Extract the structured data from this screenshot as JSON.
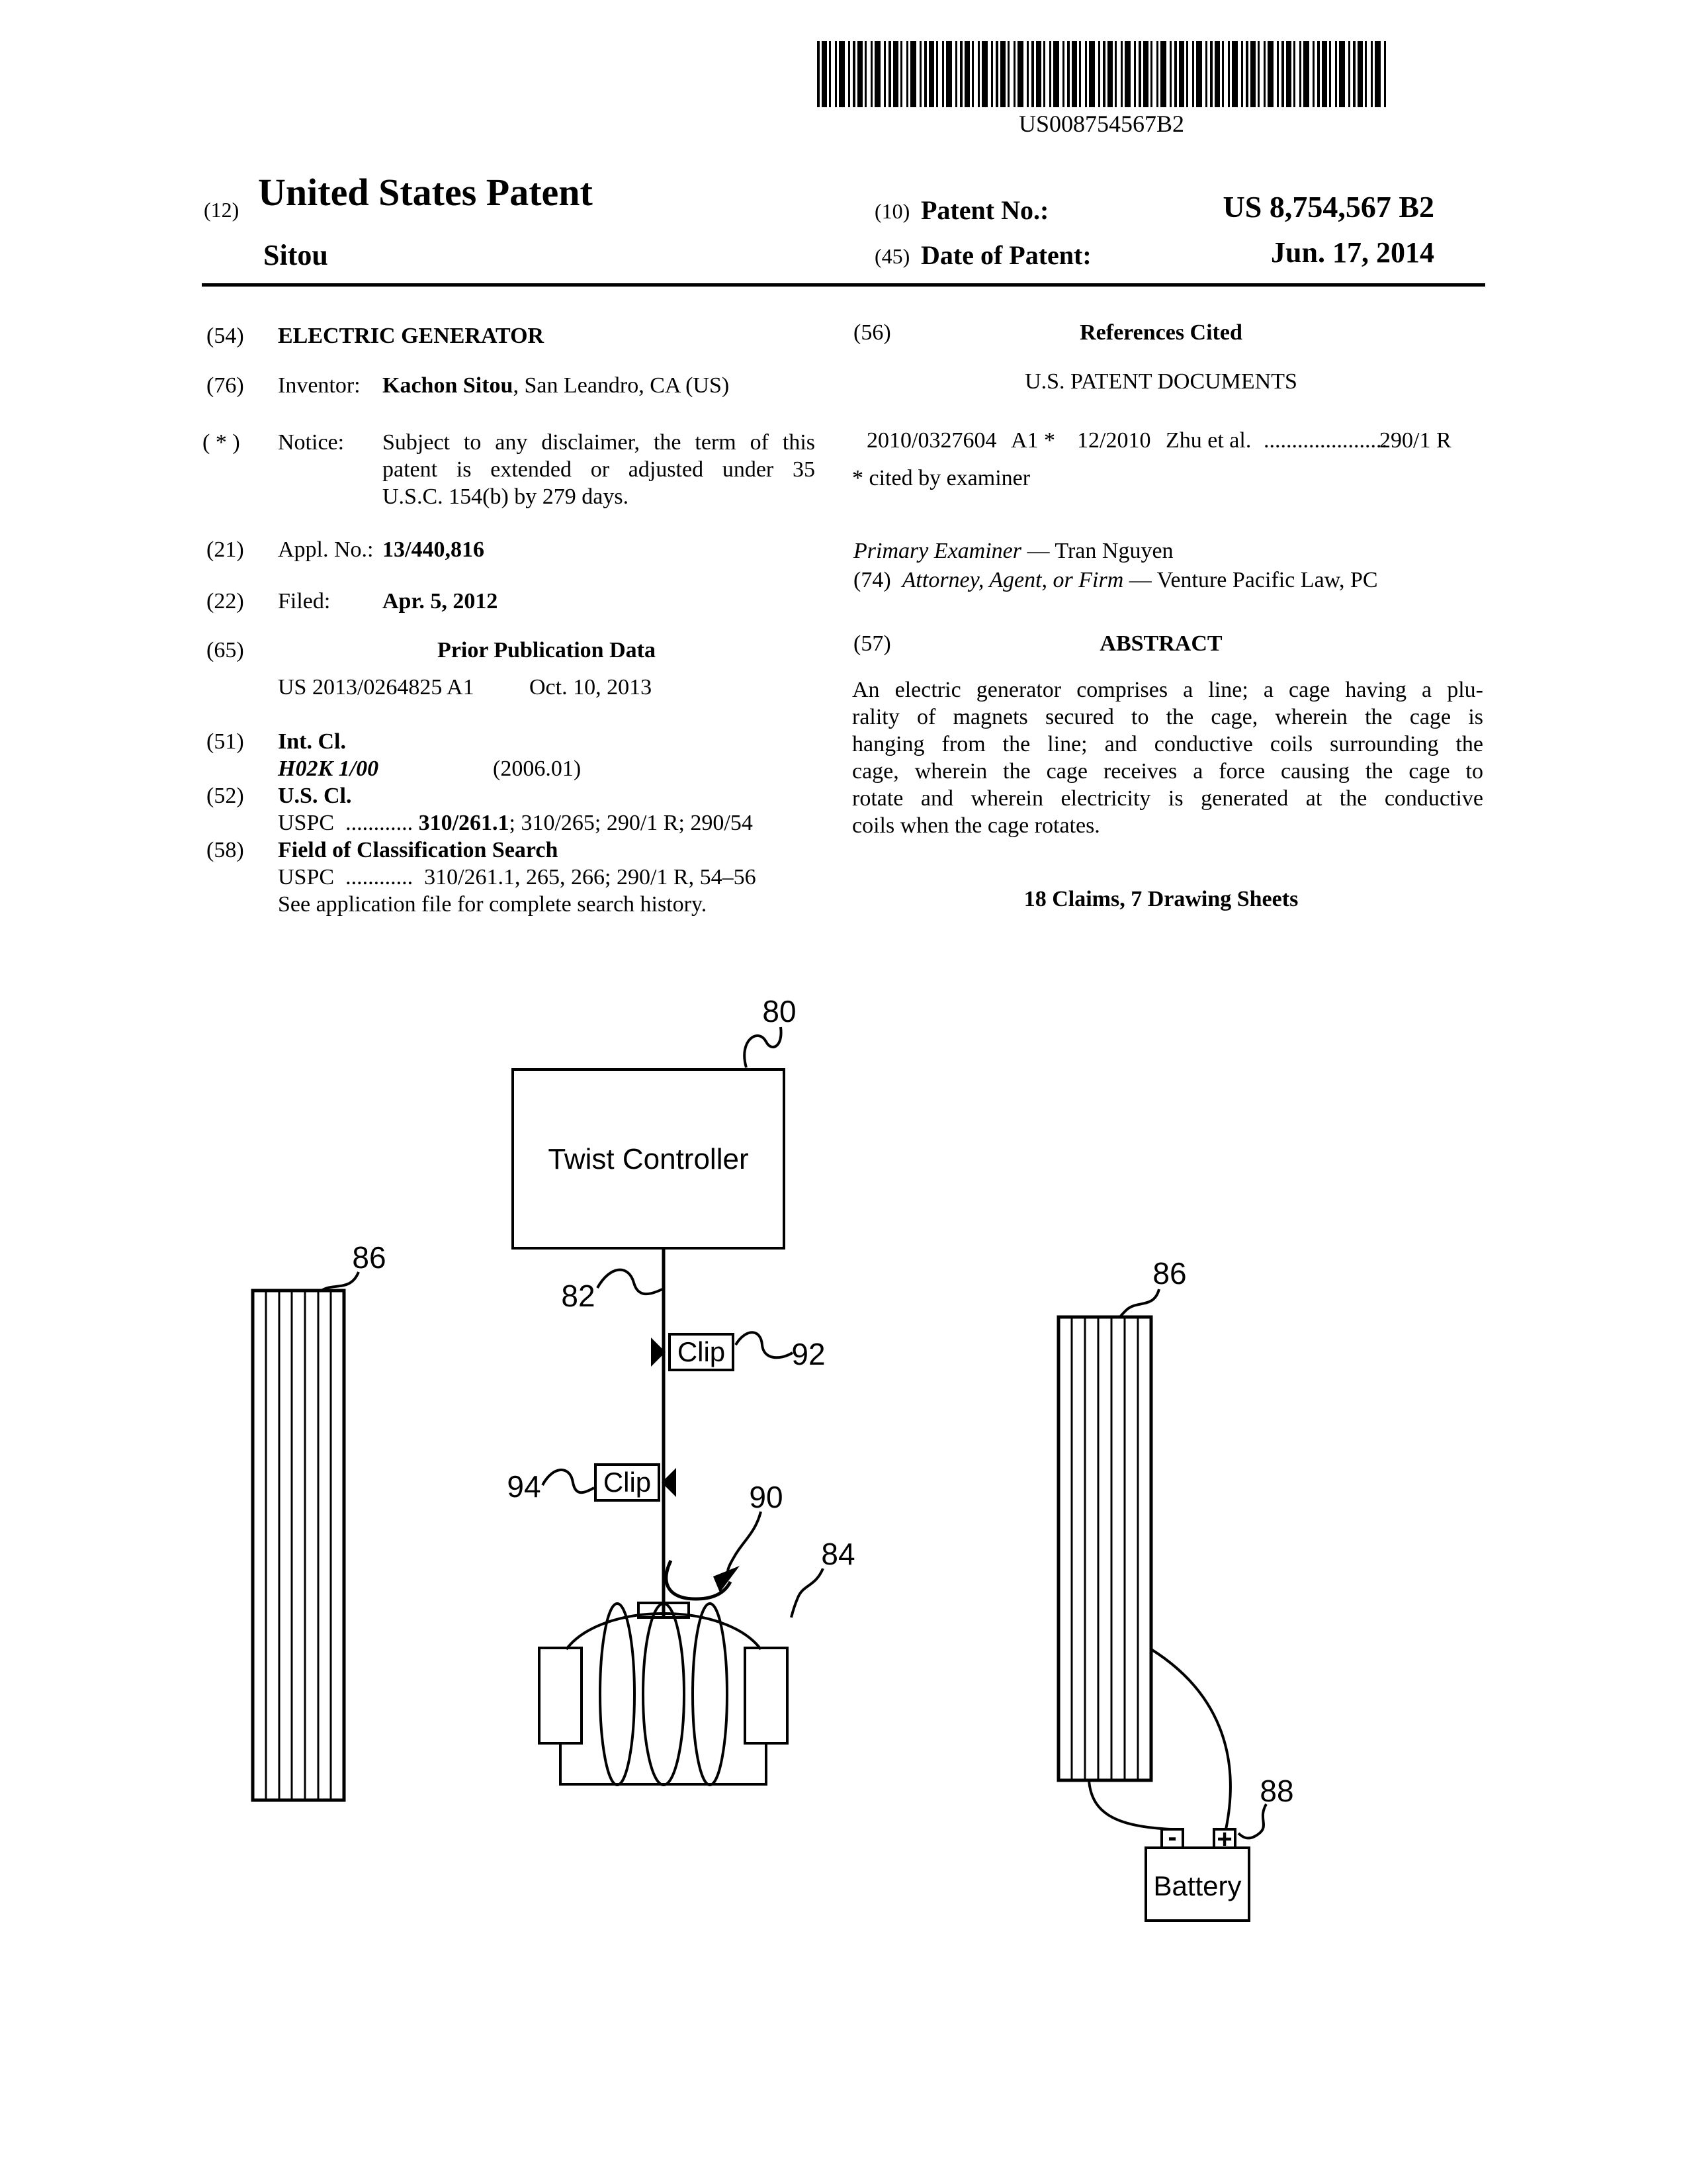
{
  "barcode": {
    "text": "US008754567B2"
  },
  "header": {
    "kind_num": "(12)",
    "title": "United States Patent",
    "inventor_surname": "Sitou",
    "patent_no_num": "(10)",
    "patent_no_label": "Patent No.:",
    "patent_no_value": "US 8,754,567 B2",
    "date_num": "(45)",
    "date_label": "Date of Patent:",
    "date_value": "Jun. 17, 2014"
  },
  "biblio": {
    "f54_num": "(54)",
    "invention_title": "ELECTRIC GENERATOR",
    "f76_num": "(76)",
    "inventor_label": "Inventor:",
    "inventor_name": "Kachon Sitou",
    "inventor_rest": ", San Leandro, CA (US)",
    "notice_num": "( * )",
    "notice_label": "Notice:",
    "notice_lines": [
      "Subject to any disclaimer, the term of this",
      "patent is extended or adjusted under 35",
      "U.S.C. 154(b) by 279 days."
    ],
    "f21_num": "(21)",
    "appl_label": "Appl. No.:",
    "appl_value": "13/440,816",
    "f22_num": "(22)",
    "filed_label": "Filed:",
    "filed_value": "Apr. 5, 2012",
    "f65_num": "(65)",
    "prior_pub_label": "Prior Publication Data",
    "prior_pub_no": "US 2013/0264825 A1",
    "prior_pub_date": "Oct. 10, 2013",
    "f51_num": "(51)",
    "intcl_label": "Int. Cl.",
    "intcl_class": "H02K 1/00",
    "intcl_year": "(2006.01)",
    "f52_num": "(52)",
    "uscl_label": "U.S. Cl.",
    "uscl_uspc": "USPC",
    "uscl_dots": "............",
    "uscl_bold": "310/261.1",
    "uscl_rest": "; 310/265; 290/1 R; 290/54",
    "f58_num": "(58)",
    "field_label": "Field of Classification Search",
    "field_uspc": "USPC",
    "field_dots": "............",
    "field_value": "310/261.1, 265, 266; 290/1 R, 54–56",
    "field_note": "See application file for complete search history."
  },
  "refs": {
    "f56_num": "(56)",
    "refs_label": "References Cited",
    "uspat_label": "U.S. PATENT DOCUMENTS",
    "cit_no": "2010/0327604",
    "cit_kind": "A1 *",
    "cit_date": "12/2010",
    "cit_name": "Zhu et al.",
    "cit_dots": "......................",
    "cit_class": "290/1 R",
    "cited_by": "* cited by examiner",
    "examiner_label": "Primary Examiner",
    "examiner_rest": " — Tran Nguyen",
    "f74_num": "(74)",
    "attorney_label": "Attorney, Agent, or Firm",
    "attorney_rest": " — Venture Pacific Law, PC",
    "f57_num": "(57)",
    "abstract_label": "ABSTRACT",
    "abstract_lines": [
      "An electric generator comprises a line; a cage having a plu-",
      "rality of magnets secured to the cage, wherein the cage is",
      "hanging from the line; and conductive coils surrounding the",
      "cage, wherein the cage receives a force causing the cage to",
      "rotate and wherein electricity is generated at the conductive",
      "coils when the cage rotates."
    ],
    "claims_note": "18 Claims, 7 Drawing Sheets"
  },
  "figure": {
    "twist_controller_label": "Twist Controller",
    "clip_upper_label": "Clip",
    "clip_lower_label": "Clip",
    "battery_label": "Battery",
    "terminal_minus": "-",
    "terminal_plus": "+",
    "ref_80": "80",
    "ref_82": "82",
    "ref_84": "84",
    "ref_86_left": "86",
    "ref_86_right": "86",
    "ref_88": "88",
    "ref_90": "90",
    "ref_92": "92",
    "ref_94": "94"
  }
}
